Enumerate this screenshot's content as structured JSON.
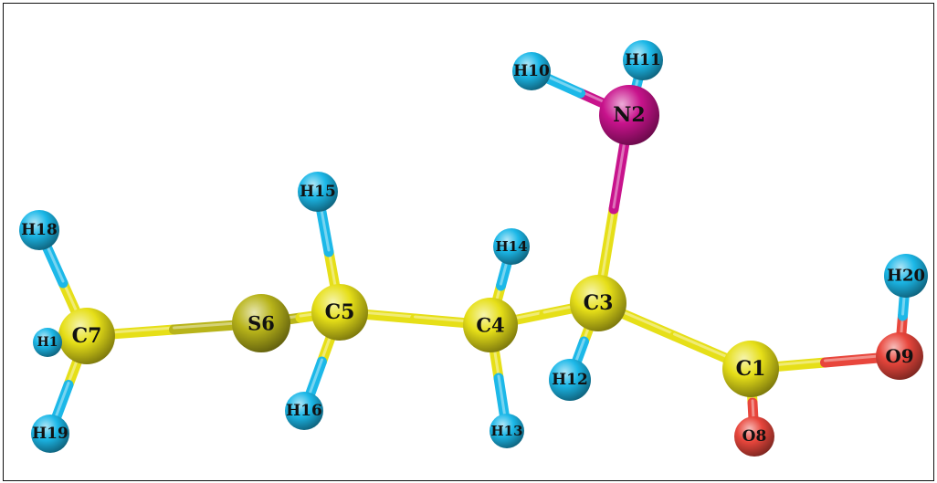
{
  "molecule": {
    "colors": {
      "carbon": "#e6df18",
      "sulfur": "#b8b41a",
      "nitrogen": "#c8138c",
      "oxygen": "#e8463c",
      "hydrogen": "#1cb8e8"
    },
    "atoms": [
      {
        "id": "C1",
        "label": "C1",
        "element": "carbon"
      },
      {
        "id": "N2",
        "label": "N2",
        "element": "nitrogen"
      },
      {
        "id": "C3",
        "label": "C3",
        "element": "carbon"
      },
      {
        "id": "C4",
        "label": "C4",
        "element": "carbon"
      },
      {
        "id": "C5",
        "label": "C5",
        "element": "carbon"
      },
      {
        "id": "S6",
        "label": "S6",
        "element": "sulfur"
      },
      {
        "id": "C7",
        "label": "C7",
        "element": "carbon"
      },
      {
        "id": "O8",
        "label": "O8",
        "element": "oxygen"
      },
      {
        "id": "O9",
        "label": "O9",
        "element": "oxygen"
      },
      {
        "id": "H10",
        "label": "H10",
        "element": "hydrogen"
      },
      {
        "id": "H11",
        "label": "H11",
        "element": "hydrogen"
      },
      {
        "id": "H12",
        "label": "H12",
        "element": "hydrogen"
      },
      {
        "id": "H13",
        "label": "H13",
        "element": "hydrogen"
      },
      {
        "id": "H14",
        "label": "H14",
        "element": "hydrogen"
      },
      {
        "id": "H15",
        "label": "H15",
        "element": "hydrogen"
      },
      {
        "id": "H16",
        "label": "H16",
        "element": "hydrogen"
      },
      {
        "id": "H17",
        "label": "H1",
        "element": "hydrogen"
      },
      {
        "id": "H18",
        "label": "H18",
        "element": "hydrogen"
      },
      {
        "id": "H19",
        "label": "H19",
        "element": "hydrogen"
      },
      {
        "id": "H20",
        "label": "H20",
        "element": "hydrogen"
      }
    ],
    "bonds": [
      [
        "C7",
        "S6"
      ],
      [
        "S6",
        "C5"
      ],
      [
        "C5",
        "C4"
      ],
      [
        "C4",
        "C3"
      ],
      [
        "C3",
        "C1"
      ],
      [
        "C3",
        "N2"
      ],
      [
        "C1",
        "O9"
      ],
      [
        "C1",
        "O8"
      ],
      [
        "O9",
        "H20"
      ],
      [
        "N2",
        "H10"
      ],
      [
        "N2",
        "H11"
      ],
      [
        "C3",
        "H12"
      ],
      [
        "C4",
        "H14"
      ],
      [
        "C4",
        "H13"
      ],
      [
        "C5",
        "H15"
      ],
      [
        "C5",
        "H16"
      ],
      [
        "C7",
        "H18"
      ],
      [
        "C7",
        "H17"
      ],
      [
        "C7",
        "H19"
      ]
    ]
  }
}
